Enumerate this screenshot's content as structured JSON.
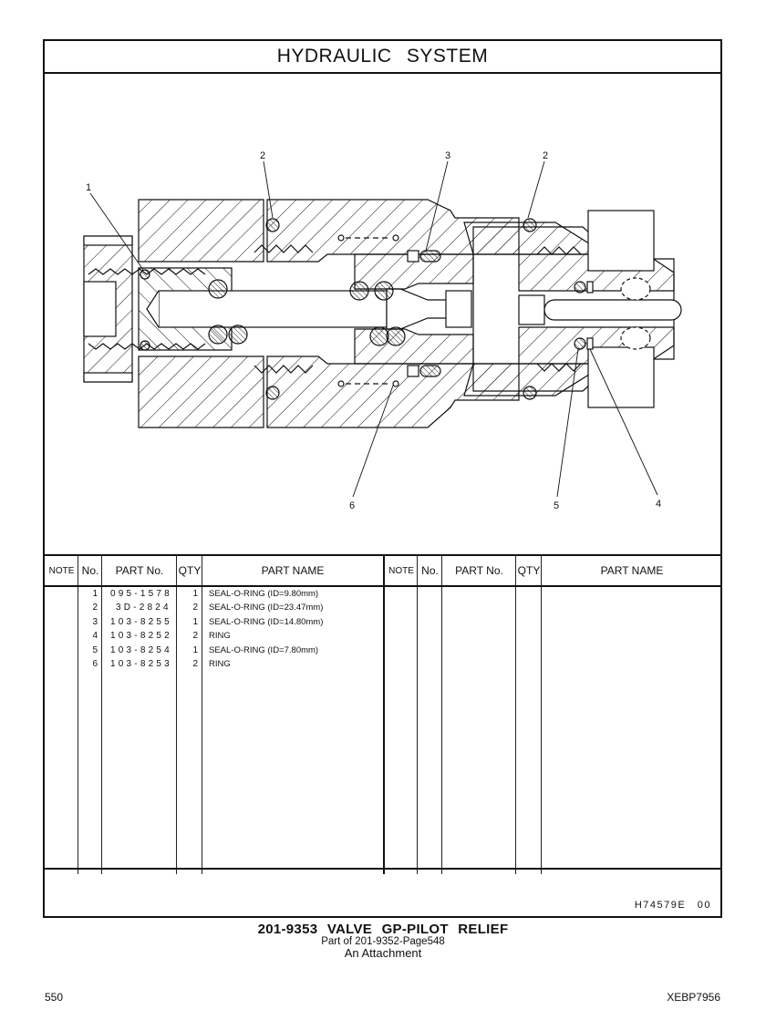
{
  "header": {
    "title": "HYDRAULIC SYSTEM"
  },
  "drawing": {
    "description": "Cross-section of pilot relief valve",
    "callouts": [
      {
        "label": "1"
      },
      {
        "label": "2"
      },
      {
        "label": "3"
      },
      {
        "label": "2"
      },
      {
        "label": "6"
      },
      {
        "label": "5"
      },
      {
        "label": "4"
      }
    ]
  },
  "parts_table": {
    "columns": {
      "note": "NOTE",
      "no": "No.",
      "part_no": "PART No.",
      "qty": "QTY",
      "part_name": "PART NAME"
    },
    "left_rows": [
      {
        "no": "1",
        "part_no": "095-1578",
        "qty": "1",
        "part_name": "SEAL-O-RING (ID=9.80mm)"
      },
      {
        "no": "2",
        "part_no": " 3D-2824",
        "qty": "2",
        "part_name": "SEAL-O-RING (ID=23.47mm)"
      },
      {
        "no": "3",
        "part_no": "103-8255",
        "qty": "1",
        "part_name": "SEAL-O-RING (ID=14.80mm)"
      },
      {
        "no": "4",
        "part_no": "103-8252",
        "qty": "2",
        "part_name": "RING"
      },
      {
        "no": "5",
        "part_no": "103-8254",
        "qty": "1",
        "part_name": "SEAL-O-RING (ID=7.80mm)"
      },
      {
        "no": "6",
        "part_no": "103-8253",
        "qty": "2",
        "part_name": "RING"
      }
    ],
    "right_rows": []
  },
  "footer": {
    "illustration_code": "H74579E 00"
  },
  "caption": {
    "title": "201-9353  VALVE  GP-PILOT  RELIEF",
    "subtitle": "Part of 201-9352-Page548",
    "note": "An Attachment"
  },
  "page": {
    "number": "550",
    "document_id": "XEBP7956"
  }
}
